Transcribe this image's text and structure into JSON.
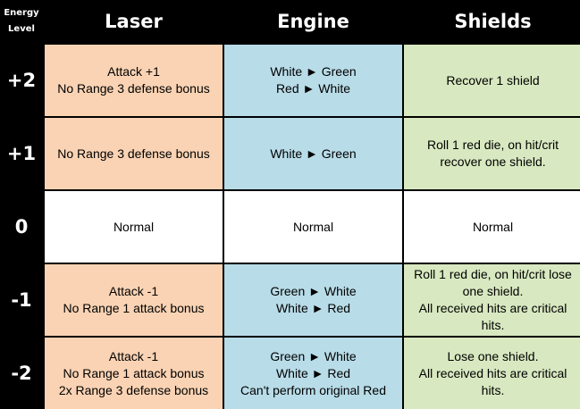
{
  "header": {
    "corner_line1": "Energy",
    "corner_line2": "Level",
    "laser": "Laser",
    "engine": "Engine",
    "shields": "Shields"
  },
  "rows": [
    {
      "level": "+2",
      "laser": [
        "Attack +1",
        "No Range 3 defense bonus"
      ],
      "engine": [
        "White ► Green",
        "Red ► White"
      ],
      "shields": [
        "Recover 1 shield"
      ]
    },
    {
      "level": "+1",
      "laser": [
        "No Range 3 defense bonus"
      ],
      "engine": [
        "White ► Green"
      ],
      "shields": [
        "Roll 1 red die, on hit/crit",
        "recover one shield."
      ]
    },
    {
      "level": "0",
      "laser": [
        "Normal"
      ],
      "engine": [
        "Normal"
      ],
      "shields": [
        "Normal"
      ]
    },
    {
      "level": "-1",
      "laser": [
        "Attack -1",
        "No Range 1 attack bonus"
      ],
      "engine": [
        "Green ► White",
        "White ► Red"
      ],
      "shields": [
        "Roll 1 red die, on hit/crit lose",
        "one shield.",
        "All received hits are critical",
        "hits."
      ]
    },
    {
      "level": "-2",
      "laser": [
        "Attack -1",
        "No Range 1 attack bonus",
        "2x Range 3 defense bonus"
      ],
      "engine": [
        "Green ► White",
        "White ► Red",
        "Can't perform original Red"
      ],
      "shields": [
        "Lose one shield.",
        "All received hits are critical",
        "hits."
      ]
    }
  ]
}
